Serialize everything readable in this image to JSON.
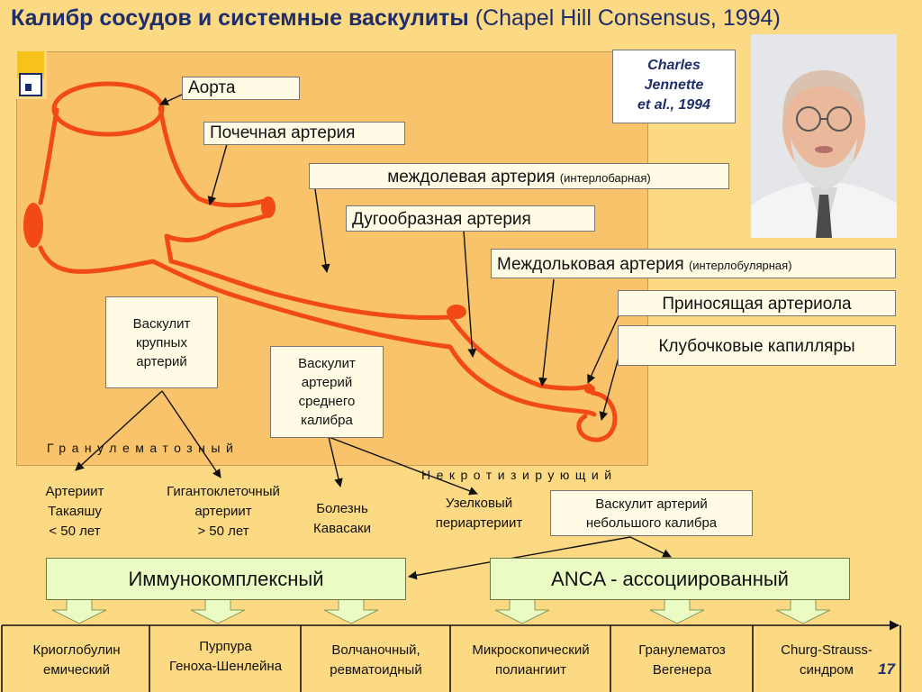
{
  "title": {
    "main": "Калибр сосудов и системные васкулиты",
    "citation": "(Chapel Hill Consensus, 1994)"
  },
  "credit": {
    "line1": "Charles",
    "line2": "Jennette",
    "line3": "et al., 1994"
  },
  "vessel_labels": {
    "aorta": "Аорта",
    "renal": "Почечная артерия",
    "interlobar": "междолевая артерия",
    "interlobar_alt": "(интерлобарная)",
    "arcuate": "Дугообразная артерия",
    "interlobular": "Междольковая артерия",
    "interlobular_alt": "(интерлобулярная)",
    "afferent": "Приносящая артериола",
    "glomerular": "Клубочковые капилляры"
  },
  "categories": {
    "large_line1": "Васкулит",
    "large_line2": "крупных",
    "large_line3": "артерий",
    "medium_line1": "Васкулит",
    "medium_line2": "артерий",
    "medium_line3": "среднего",
    "medium_line4": "калибра",
    "small_line1": "Васкулит артерий",
    "small_line2": "небольшого калибра"
  },
  "types": {
    "granulomatous": "Гранулематозный",
    "necrotizing": "Некротизирующий"
  },
  "diseases": {
    "takayasu_1": "Артериит",
    "takayasu_2": "Такаяшу",
    "takayasu_3": "< 50 лет",
    "giant_1": "Гигантоклеточный",
    "giant_2": "артериит",
    "giant_3": "> 50 лет",
    "kawasaki_1": "Болезнь",
    "kawasaki_2": "Кавасаки",
    "polyarteritis_1": "Узелковый",
    "polyarteritis_2": "периартериит"
  },
  "groups": {
    "immune_complex": "Иммунокомплексный",
    "anca": "ANCA - ассоциированный"
  },
  "bottom": {
    "item1_line1": "Криоглобулин",
    "item1_line2": "емический",
    "item2_line1": "Пурпура",
    "item2_line2": "Геноха-Шенлейна",
    "item3_line1": "Волчаночный,",
    "item3_line2": "ревматоидный",
    "item4_line1": "Микроскопический",
    "item4_line2": "полиангиит",
    "item5_line1": "Гранулематоз",
    "item5_line2": "Вегенера",
    "item6_line1": "Churg-Strauss-",
    "item6_line2": "синдром"
  },
  "page_number": "17",
  "colors": {
    "background": "#fcd983",
    "panel": "#f8c36a",
    "vessel": "#f24a14",
    "title": "#1f2e6b",
    "label_fill": "#fffbe5",
    "green_fill": "#eafcc4"
  }
}
